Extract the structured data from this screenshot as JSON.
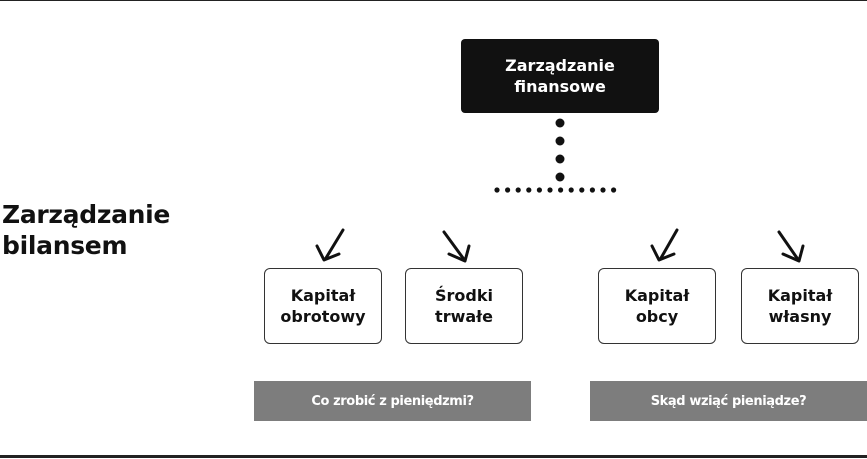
{
  "side_title": {
    "line1": "Zarządzanie",
    "line2": "bilansem"
  },
  "root": {
    "line1": "Zarządzanie",
    "line2": "finansowe"
  },
  "children": [
    {
      "line1": "Kapitał",
      "line2": "obrotowy"
    },
    {
      "line1": "Środki",
      "line2": "trwałe"
    },
    {
      "line1": "Kapitał",
      "line2": "obcy"
    },
    {
      "line1": "Kapitał",
      "line2": "własny"
    }
  ],
  "questions": [
    "Co zrobić z pieniędzmi?",
    "Skąd wziąć pieniądze?"
  ],
  "colors": {
    "root_fill": "#111111",
    "banner_fill": "#7d7d7d",
    "dot": "#111111"
  }
}
